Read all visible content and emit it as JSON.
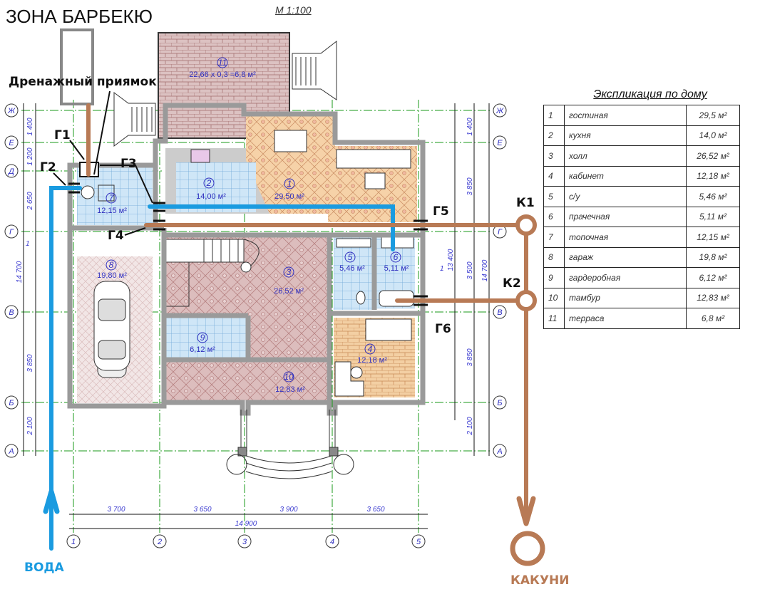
{
  "zone_title": "ЗОНА БАРБЕКЮ",
  "scale": "М 1:100",
  "drain_label": "Дренажный приямок",
  "pipe_labels": {
    "g1": "Г1",
    "g2": "Г2",
    "g3": "Г3",
    "g4": "Г4",
    "g5": "Г5",
    "g6": "Г6",
    "k1": "К1",
    "k2": "К2"
  },
  "water_label": "ВОДА",
  "sewer_label": "КАКУНИ",
  "colors": {
    "water": "#1a9be0",
    "sewer": "#b87a55",
    "axis": "#1a9a1a",
    "wall": "#9a9a9a"
  },
  "rooms": [
    {
      "num": "1",
      "area": "29,50 м²"
    },
    {
      "num": "2",
      "area": "14,00 м²"
    },
    {
      "num": "3",
      "area": "26,52 м²"
    },
    {
      "num": "4",
      "area": "12,18 м²"
    },
    {
      "num": "5",
      "area": "5,46 м²"
    },
    {
      "num": "6",
      "area": "5,11 м²"
    },
    {
      "num": "7",
      "area": "12,15 м²"
    },
    {
      "num": "8",
      "area": "19,80 м²"
    },
    {
      "num": "9",
      "area": "6,12 м²"
    },
    {
      "num": "10",
      "area": "12,83 м²"
    },
    {
      "num": "11",
      "area": "22,66 x 0,3 =6,8 м²"
    }
  ],
  "axes": {
    "rows": [
      "Ж",
      "Е",
      "Д",
      "Г",
      "В",
      "Б",
      "А"
    ],
    "cols": [
      "1",
      "2",
      "3",
      "4",
      "5"
    ]
  },
  "dims": {
    "bottom": [
      "3 700",
      "3 650",
      "3 900",
      "3 650"
    ],
    "bottom_total": "14 900",
    "left": [
      "1 400",
      "1 200",
      "2 650",
      "14 700",
      "3 850",
      "2 100"
    ],
    "right": [
      "1 400",
      "3 850",
      "13 400",
      "3 500",
      "14 700",
      "3 850",
      "2 100"
    ]
  },
  "section_mark": "1",
  "explication": {
    "title": "Экспликация по дому",
    "rows": [
      {
        "n": "1",
        "name": "гостиная",
        "area": "29,5 м²"
      },
      {
        "n": "2",
        "name": "кухня",
        "area": "14,0 м²"
      },
      {
        "n": "3",
        "name": "холл",
        "area": "26,52 м²"
      },
      {
        "n": "4",
        "name": "кабинет",
        "area": "12,18 м²"
      },
      {
        "n": "5",
        "name": "с/у",
        "area": "5,46 м²"
      },
      {
        "n": "6",
        "name": "прачечная",
        "area": "5,11 м²"
      },
      {
        "n": "7",
        "name": "топочная",
        "area": "12,15 м²"
      },
      {
        "n": "8",
        "name": "гараж",
        "area": "19,8 м²"
      },
      {
        "n": "9",
        "name": "гардеробная",
        "area": "6,12 м²"
      },
      {
        "n": "10",
        "name": "тамбур",
        "area": "12,83 м²"
      },
      {
        "n": "11",
        "name": "терраса",
        "area": "6,8 м²"
      }
    ]
  }
}
